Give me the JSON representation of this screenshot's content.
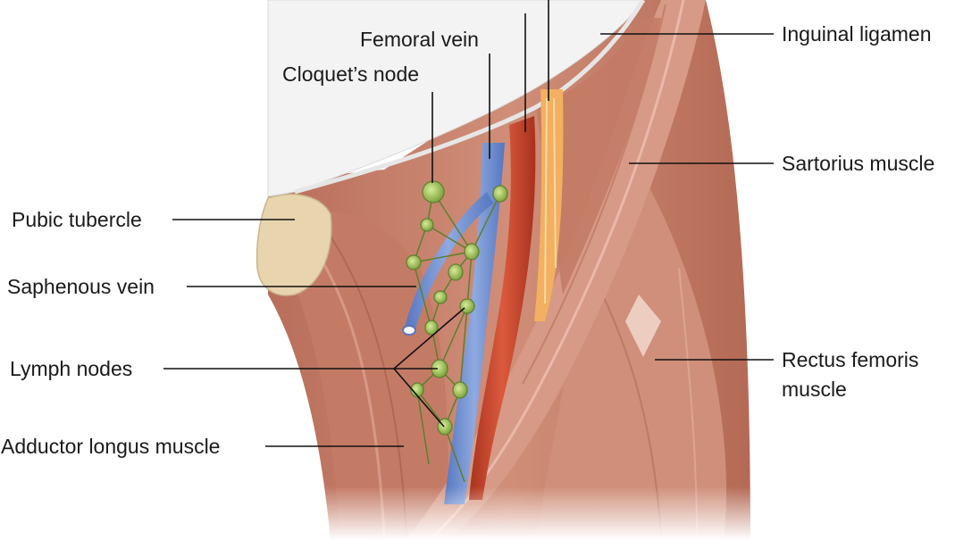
{
  "figure": {
    "labels": {
      "femoral_vein": "Femoral vein",
      "cloquets_node": "Cloquet’s node",
      "inguinal_ligament": "Inguinal ligamen",
      "sartorius_muscle": "Sartorius muscle",
      "pubic_tubercle": "Pubic tubercle",
      "saphenous_vein": "Saphenous vein",
      "lymph_nodes": "Lymph nodes",
      "rectus_femoris_line1": "Rectus femoris",
      "rectus_femoris_line2": "muscle",
      "adductor_longus_muscle": "Adductor longus muscle"
    },
    "colors": {
      "background": "#ffffff",
      "muscle": "#c9836f",
      "muscle_dark": "#a85f4c",
      "muscle_light": "#e2ab98",
      "fascia": "#f2f2f2",
      "bone": "#ead9b5",
      "vein": "#6f8fd1",
      "artery": "#c8432b",
      "nerve": "#f2b060",
      "lymph_node": "#9ebf55",
      "leader_line": "#111111"
    }
  }
}
